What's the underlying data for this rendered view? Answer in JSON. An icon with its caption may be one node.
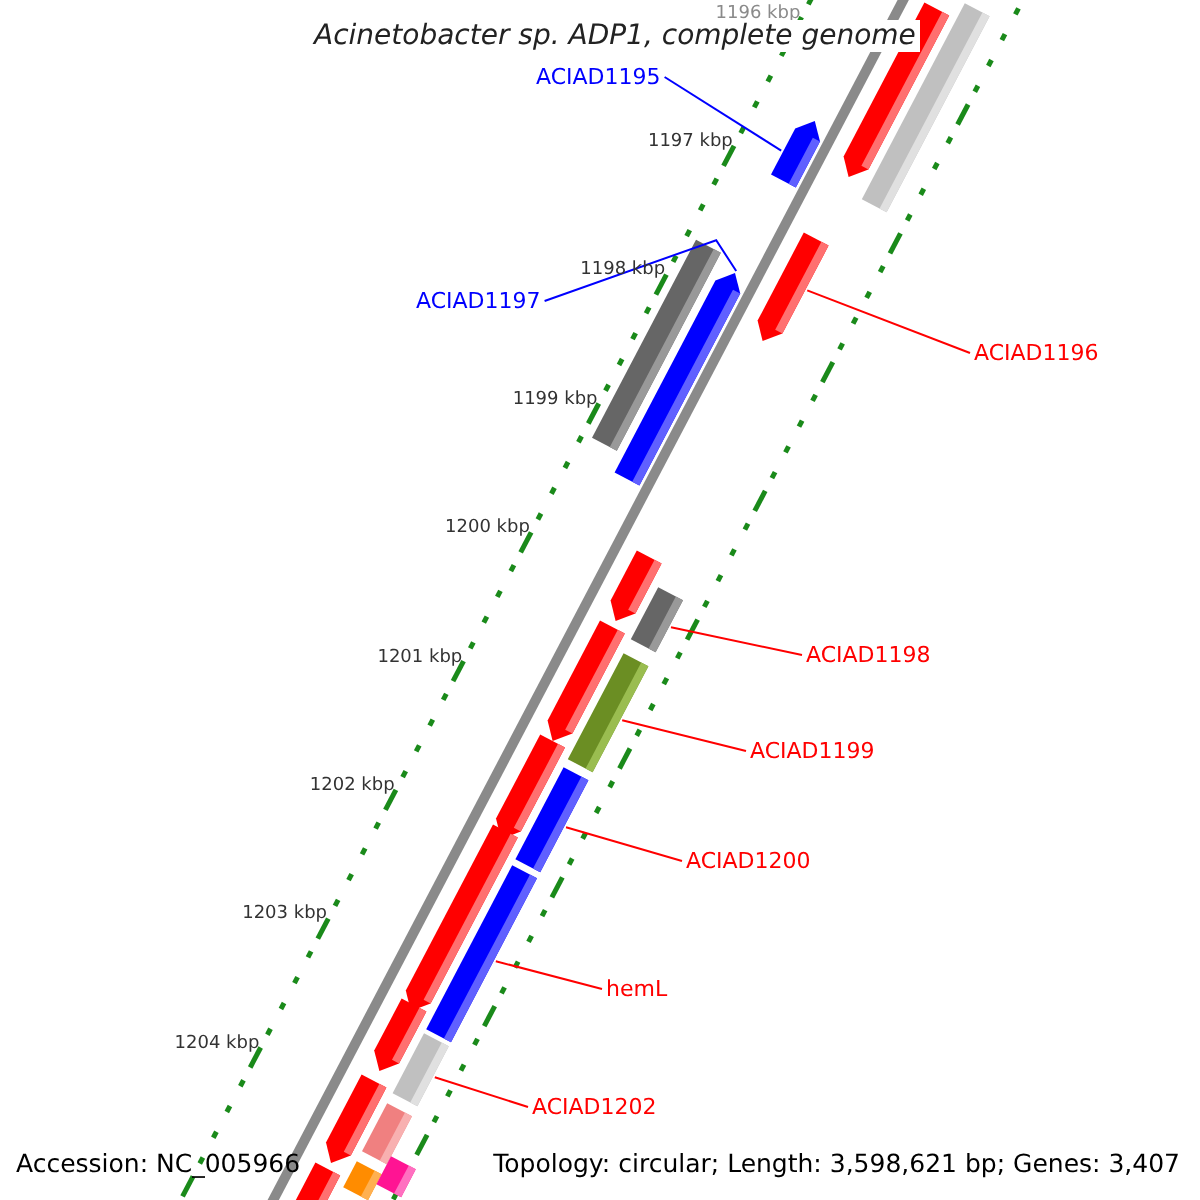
{
  "diagram": {
    "title": "Acinetobacter sp. ADP1, complete genome",
    "nodes": [
      {
        "text": [
          "ACIAD1195"
        ]
      },
      {
        "text": [],
        "shape": "bar"
      },
      {
        "text": [],
        "shape": "bar"
      },
      {
        "text": [],
        "shape": "bar"
      },
      {
        "text": [],
        "shape": "bar"
      },
      {
        "text": [
          "ACIAD1197"
        ]
      },
      {
        "text": [],
        "shape": "bar"
      },
      {
        "text": [],
        "shape": "bar"
      },
      {
        "text": [
          "ACIAD1196"
        ]
      },
      {
        "text": [],
        "shape": "bar"
      },
      {
        "text": [],
        "shape": "bar"
      },
      {
        "text": [],
        "shape": "bar"
      },
      {
        "text": [],
        "shape": "bar"
      },
      {
        "text": [
          "ACIAD1198"
        ]
      },
      {
        "text": [],
        "shape": "bar"
      },
      {
        "text": [
          "ACIAD1199"
        ]
      },
      {
        "text": [],
        "shape": "bar"
      },
      {
        "text": [],
        "shape": "bar"
      },
      {
        "text": [],
        "shape": "bar"
      },
      {
        "text": [
          "ACIAD1200"
        ]
      },
      {
        "text": [],
        "shape": "bar"
      },
      {
        "text": [],
        "shape": "bar"
      },
      {
        "text": [
          "hemL"
        ]
      },
      {
        "text": [],
        "shape": "bar"
      },
      {
        "text": [],
        "shape": "bar"
      },
      {
        "text": [
          "ACIAD1202"
        ]
      },
      {
        "text": [],
        "shape": "bar"
      },
      {
        "text": [],
        "shape": "bar"
      },
      {
        "text": [],
        "shape": "bar"
      }
    ],
    "edges": [
      {
        "from": 0,
        "to": 3,
        "arrow": "none",
        "color": "#0000ff"
      },
      {
        "from": 5,
        "to": 7,
        "arrow": "none",
        "color": "#0000ff"
      },
      {
        "from": 8,
        "to": 4,
        "arrow": "none"
      },
      {
        "from": 13,
        "to": 10,
        "arrow": "none"
      },
      {
        "from": 15,
        "to": 12,
        "arrow": "none"
      },
      {
        "from": 19,
        "to": 16,
        "arrow": "none"
      },
      {
        "from": 22,
        "to": 18,
        "arrow": "none"
      },
      {
        "from": 25,
        "to": 21,
        "arrow": "none"
      }
    ],
    "labels": [
      "1196 kbp",
      "1197 kbp",
      "1198 kbp",
      "1199 kbp",
      "1200 kbp",
      "1201 kbp",
      "1202 kbp",
      "1203 kbp",
      "1204 kbp",
      "Accession: NC_005966",
      "Topology: circular; Length: 3,598,621 bp; Genes: 3,407"
    ]
  }
}
